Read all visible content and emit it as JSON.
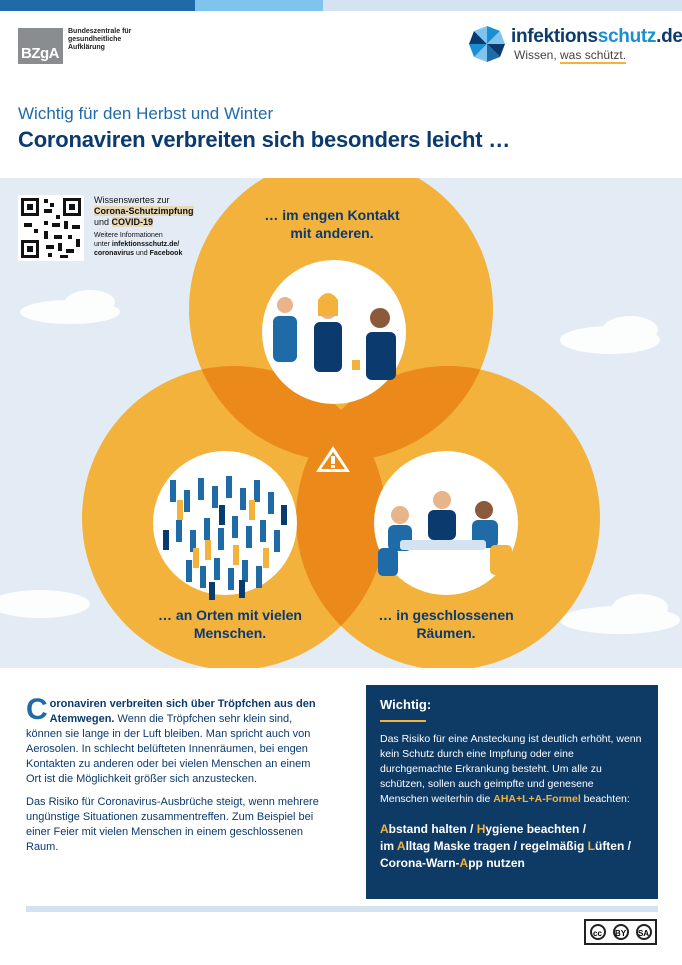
{
  "colors": {
    "navy": "#0a3a6e",
    "blue": "#1e6ba8",
    "light_blue": "#1a8fd4",
    "orange": "#f3b23c",
    "overlap": "#eb8a1a",
    "background": "#e3ecf4"
  },
  "header": {
    "bzga_logo": "BZgA",
    "bzga_name": "Bundeszentrale für gesundheitliche Aufklärung",
    "site_name_bold": "infektions",
    "site_name_light": "schutz",
    "site_tld": ".de",
    "tagline_pre": "Wissen, ",
    "tagline_ul": "was schützt.",
    "subtitle": "Wichtig für den Herbst und Winter",
    "title": "Coronaviren verbreiten sich besonders leicht …"
  },
  "qr": {
    "line1": "Wissenswertes zur",
    "line2": "Corona-Schutzimpfung",
    "line3_pre": "und ",
    "line3_hl": "COVID-19",
    "small1": "Weitere Informationen",
    "small2_pre": "unter ",
    "small2_bold": "infektionsschutz.de/",
    "small3_bold": "coronavirus",
    "small3_mid": " und ",
    "small3_bold2": "Facebook"
  },
  "circles": {
    "top_line1": "… im engen Kontakt",
    "top_line2": "mit anderen.",
    "left_line1": "… an Orten mit vielen",
    "left_line2": "Menschen.",
    "right_line1": "… in geschlossenen",
    "right_line2": "Räumen.",
    "warning_icon": "warning-triangle-icon"
  },
  "body": {
    "p1_dropcap": "C",
    "p1_bold": "oronaviren verbreiten sich über Tröpfchen aus den Atemwegen.",
    "p1_rest": " Wenn die Tröpfchen sehr klein sind, können sie lange in der Luft bleiben. Man spricht auch von Aerosolen. In schlecht belüfteten Innenräumen, bei engen Kontakten zu anderen oder bei vielen Menschen an einem Ort ist die Möglichkeit größer sich anzustecken.",
    "p2": "Das Risiko für Coronavirus-Ausbrüche steigt, wenn mehrere ungünstige Situationen zusammentreffen. Zum Beispiel bei einer Feier mit vielen Menschen in einem geschlossenen Raum."
  },
  "info": {
    "title": "Wichtig:",
    "body_pre": "Das Risiko für eine Ansteckung ist deutlich erhöht, wenn kein Schutz durch eine Impfung oder eine durchgemachte Erkrankung besteht. Um alle zu schützen, sollen auch geimpfte und genesene Menschen weiterhin die ",
    "aha": "AHA+L+A-Formel",
    "body_post": " beachten:",
    "r1a": "A",
    "r1b": "bstand halten / ",
    "r1c": "H",
    "r1d": "ygiene beachten /",
    "r2a": "im ",
    "r2b": "A",
    "r2c": "lltag Maske tragen / regelmäßig ",
    "r2d": "L",
    "r2e": "üften /",
    "r3a": "Corona-Warn-",
    "r3b": "A",
    "r3c": "pp nutzen"
  },
  "license": {
    "cc": "cc",
    "by": "BY",
    "sa": "SA"
  }
}
